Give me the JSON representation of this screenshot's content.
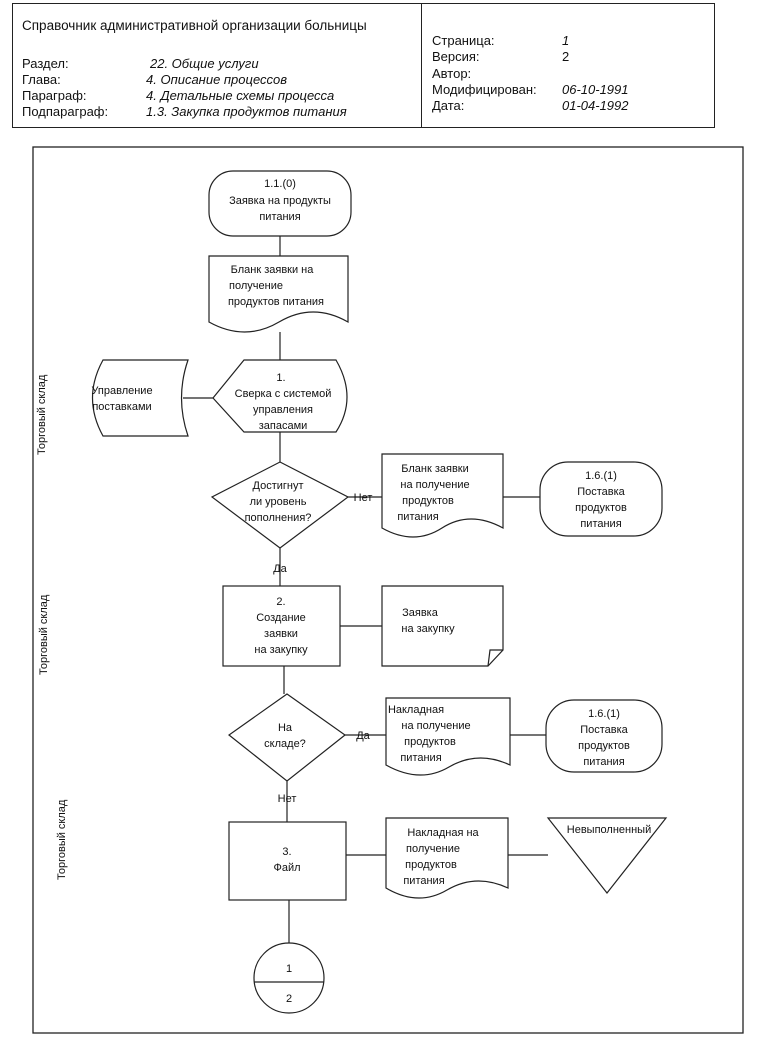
{
  "header": {
    "title": "Справочник административной организации больницы",
    "left_rows": [
      {
        "label": "Раздел:",
        "value": "22. Общие услуги"
      },
      {
        "label": "Глава:",
        "value": "4. Описание процессов"
      },
      {
        "label": "Параграф:",
        "value": "4. Детальные схемы процесса"
      },
      {
        "label": "Подпараграф:",
        "value": "1.3. Закупка продуктов питания"
      }
    ],
    "right_rows": [
      {
        "label": "Страница:",
        "value": "1"
      },
      {
        "label": "Версия:",
        "value": "2"
      },
      {
        "label": "Автор:",
        "value": ""
      },
      {
        "label": "Модифицирован:",
        "value": "06-10-1991"
      },
      {
        "label": "Дата:",
        "value": "01-04-1992"
      }
    ]
  },
  "lanes": [
    "Торговый склад",
    "Торговый склад",
    "Торговый склад"
  ],
  "nodes": {
    "start": [
      "1.1.(0)",
      "Заявка на продукты",
      "питания"
    ],
    "doc_request": [
      "Бланк заявки на",
      "получение",
      "продуктов питания"
    ],
    "supply_mgmt": [
      "Управление",
      "поставками"
    ],
    "check": [
      "1.",
      "Сверка с системой",
      "управления",
      "запасами"
    ],
    "decision_level": [
      "Достигнут",
      "ли уровень",
      "пополнения?"
    ],
    "doc_request2": [
      "Бланк заявки",
      "на получение",
      "продуктов",
      "питания"
    ],
    "term_supply1": [
      "1.6.(1)",
      "Поставка",
      "продуктов",
      "питания"
    ],
    "create_order": [
      "2.",
      "Создание",
      "заявки",
      "на закупку"
    ],
    "doc_order": [
      "Заявка",
      "на закупку"
    ],
    "decision_stock": [
      "На",
      "складе?"
    ],
    "doc_invoice": [
      "Накладная",
      "на получение",
      "продуктов",
      "питания"
    ],
    "term_supply2": [
      "1.6.(1)",
      "Поставка",
      "продуктов",
      "питания"
    ],
    "file": [
      "3.",
      "Файл"
    ],
    "doc_invoice2": [
      "Накладная на",
      "получение",
      "продуктов",
      "питания"
    ],
    "unfulfilled": [
      "Невыполненный"
    ],
    "connector": [
      "1",
      "2"
    ]
  },
  "edge_labels": {
    "no1": "Нет",
    "yes1": "Да",
    "yes2": "Да",
    "no2": "Нет"
  }
}
